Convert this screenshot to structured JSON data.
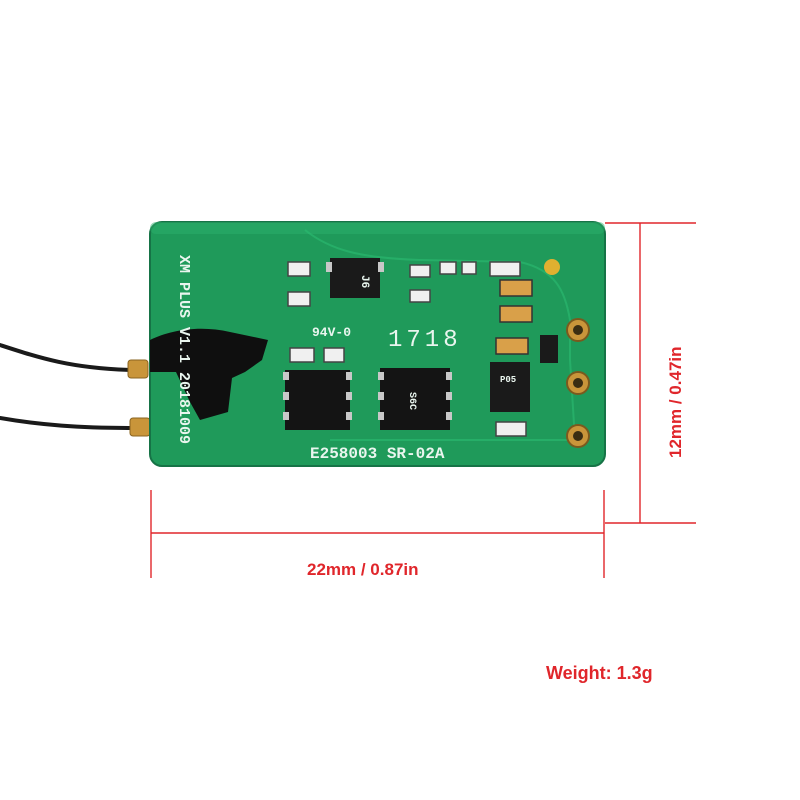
{
  "product": {
    "board_silkscreen": {
      "model": "E258003 SR-02A",
      "rating": "94V-0",
      "date_code": "1718",
      "vertical_text": "XM PLUS V1.1 20181009",
      "ic_marks": [
        "J6",
        "S6C",
        "P05"
      ]
    },
    "colors": {
      "pcb": "#1f9a5a",
      "dimension_red": "#e0262b",
      "antenna": "#1a1a1a",
      "gold_pad": "#c9953a"
    }
  },
  "dimensions": {
    "width_label": "22mm / 0.87in",
    "height_label": "12mm / 0.47in",
    "weight_label": "Weight: 1.3g"
  }
}
